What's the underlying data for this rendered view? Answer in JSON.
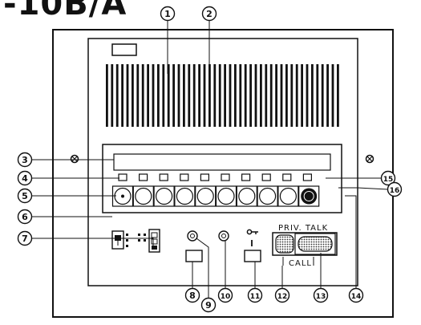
{
  "header": {
    "model_suffix": "-10B/A"
  },
  "callouts": [
    "1",
    "2",
    "3",
    "4",
    "5",
    "6",
    "7",
    "8",
    "9",
    "10",
    "11",
    "12",
    "13",
    "14",
    "15",
    "16"
  ],
  "panel_labels": {
    "priv_talk": "PRIV. TALK",
    "call": "CALL",
    "lock_icon": "key-lock-icon"
  },
  "colors": {
    "ink": "#111111",
    "paper": "#ffffff",
    "stipple": "#9a9a9a"
  }
}
